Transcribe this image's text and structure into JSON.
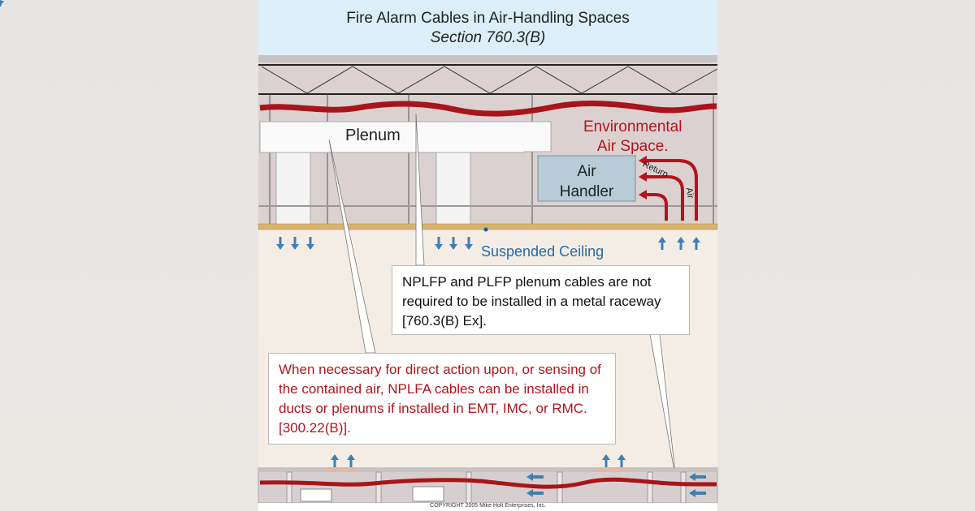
{
  "header": {
    "title": "Fire Alarm Cables in Air-Handling Spaces",
    "subtitle": "Section 760.3(B)"
  },
  "labels": {
    "plenum": "Plenum",
    "environmental_line1": "Environmental",
    "environmental_line2": "Air Space.",
    "air_handler_line1": "Air",
    "air_handler_line2": "Handler",
    "return": "Return",
    "air": "Air",
    "suspended_ceiling": "Suspended Ceiling"
  },
  "callouts": [
    {
      "text": "NPLFP and PLFP plenum cables are not required to be installed in a metal raceway [760.3(B) Ex].",
      "color": "#111111"
    },
    {
      "text": "When necessary for direct action upon, or sensing of the contained air, NPLFA cables can be installed in ducts or plenums if installed in EMT, IMC, or RMC. [300.22(B)].",
      "color": "#b3141c"
    }
  ],
  "copyright": "COPYRIGHT 2005  Mike Holt Enterprises, Inc.",
  "colors": {
    "cable": "#a8141b",
    "arrow": "#3f7fb5",
    "title_bg": "#dceef8",
    "plenum_bg": "#dbd1d0",
    "room_bg": "#f3ede5",
    "ceiling": "#d8b270",
    "air_handler": "#b8ccd7"
  }
}
